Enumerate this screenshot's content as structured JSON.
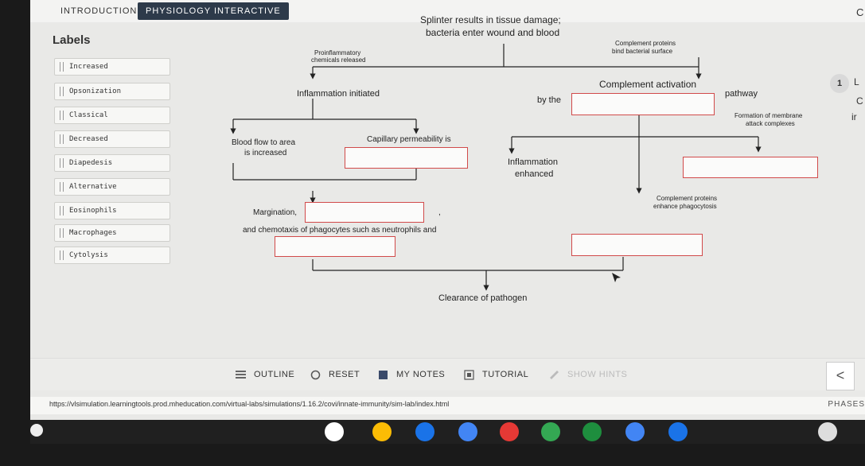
{
  "tabs": {
    "intro": "INTRODUCTION",
    "physiology": "PHYSIOLOGY INTERACTIVE"
  },
  "labels_panel": {
    "title": "Labels",
    "items": [
      "Increased",
      "Opsonization",
      "Classical",
      "Decreased",
      "Diapedesis",
      "Alternative",
      "Eosinophils",
      "Macrophages",
      "Cytolysis"
    ]
  },
  "diagram": {
    "top_title_1": "Splinter results in tissue damage;",
    "top_title_2": "bacteria enter wound and blood",
    "proinflammatory_1": "Proinflammatory",
    "proinflammatory_2": "chemicals released",
    "complement_bind_1": "Complement proteins",
    "complement_bind_2": "bind bacterial surface",
    "inflammation_initiated": "Inflammation initiated",
    "by_the": "by the",
    "complement_activation": "Complement activation",
    "pathway": "pathway",
    "blood_flow_1": "Blood flow to area",
    "blood_flow_2": "is increased",
    "capillary": "Capillary permeability is",
    "formation_1": "Formation of membrane",
    "formation_2": "attack complexes",
    "inflammation_enhanced_1": "Inflammation",
    "inflammation_enhanced_2": "enhanced",
    "margination": "Margination,",
    "comma": ",",
    "complement_phago_1": "Complement proteins",
    "complement_phago_2": "enhance phagocytosis",
    "chemotaxis": "and chemotaxis of phagocytes such as neutrophils and",
    "clearance": "Clearance of pathogen"
  },
  "side": {
    "badge": "1",
    "edge_1": "C",
    "edge_2": "L",
    "edge_3": "C",
    "edge_4": "ir"
  },
  "toolbar": {
    "outline": "OUTLINE",
    "reset": "RESET",
    "my_notes": "MY NOTES",
    "tutorial": "TUTORIAL",
    "show_hints": "SHOW HINTS",
    "back": "<"
  },
  "status": {
    "url": "https://vlsimulation.learningtools.prod.mheducation.com/virtual-labs/simulations/1.16.2/covi/innate-immunity/sim-lab/index.html",
    "phase": "PHASES"
  },
  "colors": {
    "accent_dark": "#2d3a4a",
    "drop_border": "#d14a4a"
  }
}
